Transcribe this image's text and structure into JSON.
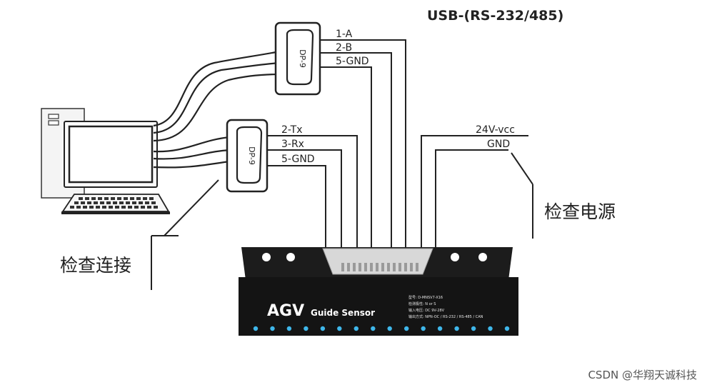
{
  "header": {
    "usb_label": "USB-(RS-232/485)"
  },
  "connector_top": {
    "label": "DP-9",
    "pins": [
      "1-A",
      "2-B",
      "5-GND"
    ]
  },
  "connector_bottom": {
    "label": "DP-9",
    "pins": [
      "2-Tx",
      "3-Rx",
      "5-GND"
    ]
  },
  "power": {
    "vcc_label": "24V-vcc",
    "gnd_label": "GND"
  },
  "callouts": {
    "check_connection": "检查连接",
    "check_power": "检查电源"
  },
  "sensor": {
    "brand": "AGV",
    "model": "Guide Sensor",
    "spec_lines": [
      "型号: D-MNSV7-X16",
      "检测极性: N or S",
      "输入电压: DC 9V-28V",
      "输出方式: NPN-OC / RS-232 / RS-485 / CAN"
    ],
    "led_count": 16,
    "led_color": "#3fb7ea",
    "body_color": "#151515"
  },
  "watermark": "CSDN @华翔天诚科技"
}
